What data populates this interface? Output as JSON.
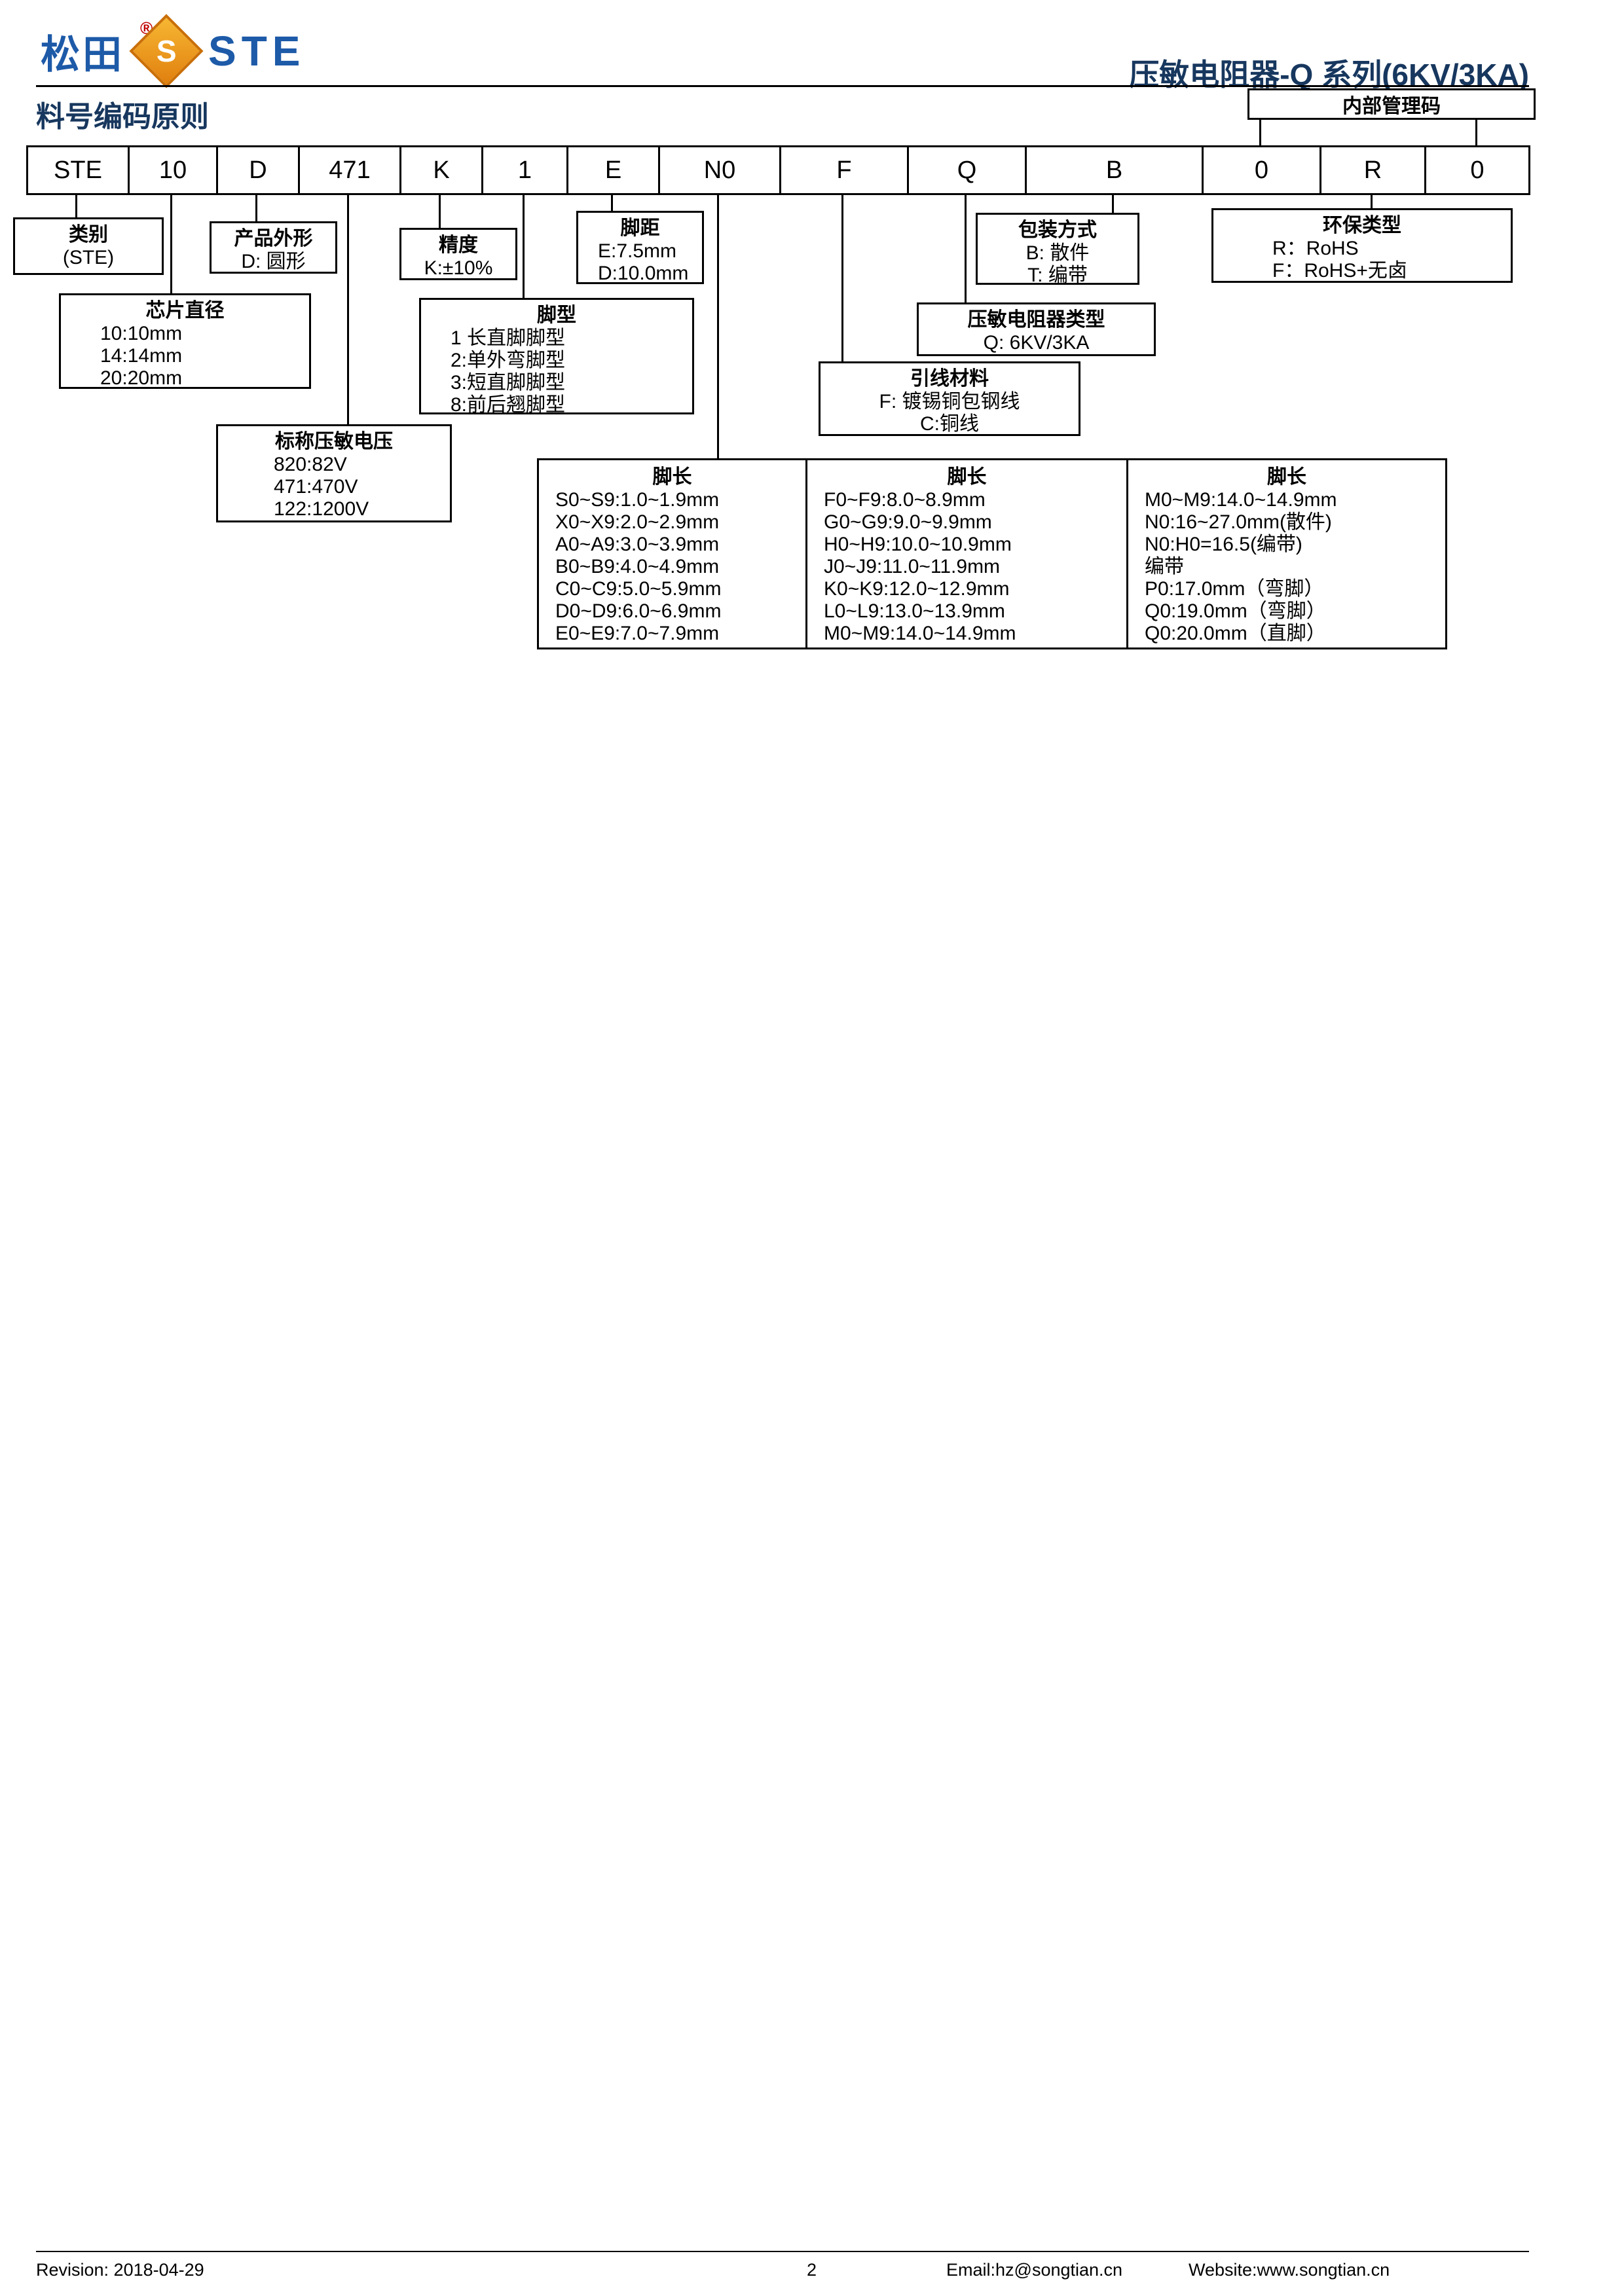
{
  "header": {
    "logo_cn": "松田",
    "logo_s": "S",
    "logo_ste": "STE",
    "logo_reg": "®",
    "title": "压敏电阻器-Q 系列(6KV/3KA)"
  },
  "section_title": "料号编码原则",
  "internal_code_label": "内部管理码",
  "part_cells": [
    "STE",
    "10",
    "D",
    "471",
    "K",
    "1",
    "E",
    "N0",
    "F",
    "Q",
    "B",
    "0",
    "R",
    "0"
  ],
  "boxes": {
    "category": {
      "title": "类别",
      "lines": [
        "(STE)"
      ]
    },
    "shape": {
      "title": "产品外形",
      "lines": [
        "D: 圆形"
      ]
    },
    "precision": {
      "title": "精度",
      "lines": [
        "K:±10%"
      ]
    },
    "pitch": {
      "title": "脚距",
      "lines": [
        "E:7.5mm",
        "D:10.0mm"
      ]
    },
    "packaging": {
      "title": "包装方式",
      "lines": [
        "B: 散件",
        "T: 编带"
      ]
    },
    "eco": {
      "title": "环保类型",
      "lines": [
        "R：RoHS",
        "F：RoHS+无卤"
      ]
    },
    "diameter": {
      "title": "芯片直径",
      "lines": [
        "10:10mm",
        "14:14mm",
        "20:20mm"
      ]
    },
    "pin_type": {
      "title": "脚型",
      "lines": [
        "1 长直脚脚型",
        "2:单外弯脚型",
        "3:短直脚脚型",
        "8:前后翘脚型"
      ]
    },
    "varistor_type": {
      "title": "压敏电阻器类型",
      "lines": [
        "Q: 6KV/3KA"
      ]
    },
    "lead": {
      "title": "引线材料",
      "lines": [
        "F: 镀锡铜包钢线",
        "C:铜线"
      ]
    },
    "voltage": {
      "title": "标称压敏电压",
      "lines": [
        "820:82V",
        "471:470V",
        "122:1200V"
      ]
    },
    "pin_len_a": {
      "title": "脚长",
      "lines": [
        "S0~S9:1.0~1.9mm",
        "X0~X9:2.0~2.9mm",
        "A0~A9:3.0~3.9mm",
        "B0~B9:4.0~4.9mm",
        "C0~C9:5.0~5.9mm",
        "D0~D9:6.0~6.9mm",
        "E0~E9:7.0~7.9mm"
      ]
    },
    "pin_len_b": {
      "title": "脚长",
      "lines": [
        "F0~F9:8.0~8.9mm",
        "G0~G9:9.0~9.9mm",
        "H0~H9:10.0~10.9mm",
        "J0~J9:11.0~11.9mm",
        "K0~K9:12.0~12.9mm",
        "L0~L9:13.0~13.9mm",
        "M0~M9:14.0~14.9mm"
      ]
    },
    "pin_len_c": {
      "title": "脚长",
      "lines": [
        "M0~M9:14.0~14.9mm",
        "N0:16~27.0mm(散件)",
        "N0:H0=16.5(编带)",
        "编带",
        "P0:17.0mm（弯脚）",
        "Q0:19.0mm（弯脚）",
        "Q0:20.0mm（直脚）"
      ]
    }
  },
  "footer": {
    "revision": "Revision: 2018-04-29",
    "page_number": "2",
    "email": "Email:hz@songtian.cn",
    "website": "Website:www.songtian.cn"
  },
  "colors": {
    "title_blue": "#17375e",
    "logo_blue": "#1d5aa8",
    "logo_orange": "#e07f0e",
    "reg_red": "#c00000",
    "line_black": "#000000"
  }
}
